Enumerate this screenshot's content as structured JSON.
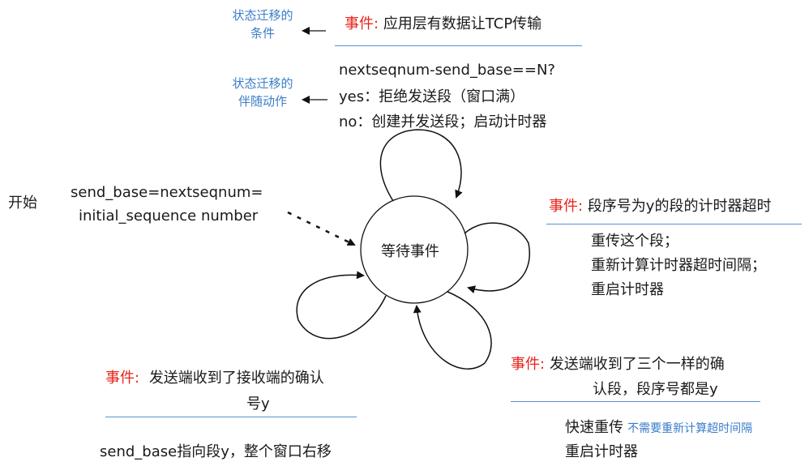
{
  "legend": {
    "condition_line1": "状态迁移的",
    "condition_line2": "条件",
    "action_line1": "状态迁移的",
    "action_line2": "伴随动作"
  },
  "start": {
    "label": "开始",
    "init_line1": "send_base=nextseqnum=",
    "init_line2": "initial_sequence number"
  },
  "state": {
    "label": "等待事件"
  },
  "top_loop": {
    "event_prefix": "事件:",
    "event_text": "应用层有数据让TCP传输",
    "action_line1": "nextseqnum-send_base==N?",
    "action_line2": "yes：拒绝发送段（窗口满）",
    "action_line3": "no：创建并发送段；启动计时器"
  },
  "right_loop": {
    "event_prefix": "事件:",
    "event_text": "段序号为y的段的计时器超时",
    "action_line1": "重传这个段；",
    "action_line2": "重新计算计时器超时间隔；",
    "action_line3": "重启计时器"
  },
  "bottom_right_loop": {
    "event_prefix": "事件:",
    "event_line1": "发送端收到了三个一样的确",
    "event_line2": "认段，段序号都是y",
    "action_line1": "快速重传",
    "action_note": "不需要重新计算超时间隔",
    "action_line2": "重启计时器"
  },
  "bottom_left_loop": {
    "event_prefix": "事件:",
    "event_line1": "发送端收到了接收端的确认",
    "event_line2": "号y",
    "action_line1": "send_base指向段y，整个窗口右移"
  }
}
